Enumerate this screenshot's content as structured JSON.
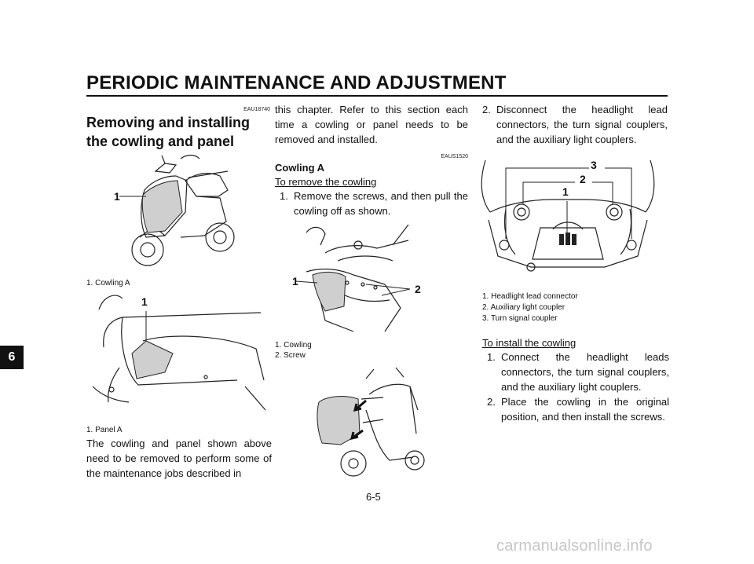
{
  "header": {
    "title": "PERIODIC MAINTENANCE AND ADJUSTMENT"
  },
  "chapter_tab": "6",
  "page_number": "6-5",
  "watermark": "carmanualsonline.info",
  "col1": {
    "code": "EAU18740",
    "title": "Removing and installing the cowling and panel",
    "fig1": {
      "callout": "1",
      "caption": "1. Cowling A"
    },
    "fig2": {
      "callout": "1",
      "caption": "1. Panel A"
    },
    "paragraph": "The cowling and panel shown above need to be removed to perform some of the maintenance jobs described in"
  },
  "col2": {
    "paragraph": "this chapter. Refer to this section each time a cowling or panel needs to be removed and installed.",
    "code": "EAUS1520",
    "subtitle": "Cowling A",
    "remove_heading": "To remove the cowling",
    "step1_num": "1.",
    "step1_text": "Remove the screws, and then pull the cowling off as shown.",
    "fig3": {
      "callout1": "1",
      "callout2": "2",
      "caption1": "1. Cowling",
      "caption2": "2. Screw"
    }
  },
  "col3": {
    "step2_num": "2.",
    "step2_text": "Disconnect the headlight lead connectors, the turn signal couplers, and the auxiliary light couplers.",
    "fig4": {
      "callout1": "1",
      "callout2": "2",
      "callout3": "3",
      "caption1": "1. Headlight lead connector",
      "caption2": "2. Auxiliary light coupler",
      "caption3": "3. Turn signal coupler"
    },
    "install_heading": "To install the cowling",
    "install1_num": "1.",
    "install1_text": "Connect the headlight leads connectors, the turn signal couplers, and the auxiliary light couplers.",
    "install2_num": "2.",
    "install2_text": "Place the cowling in the original position, and then install the screws."
  }
}
